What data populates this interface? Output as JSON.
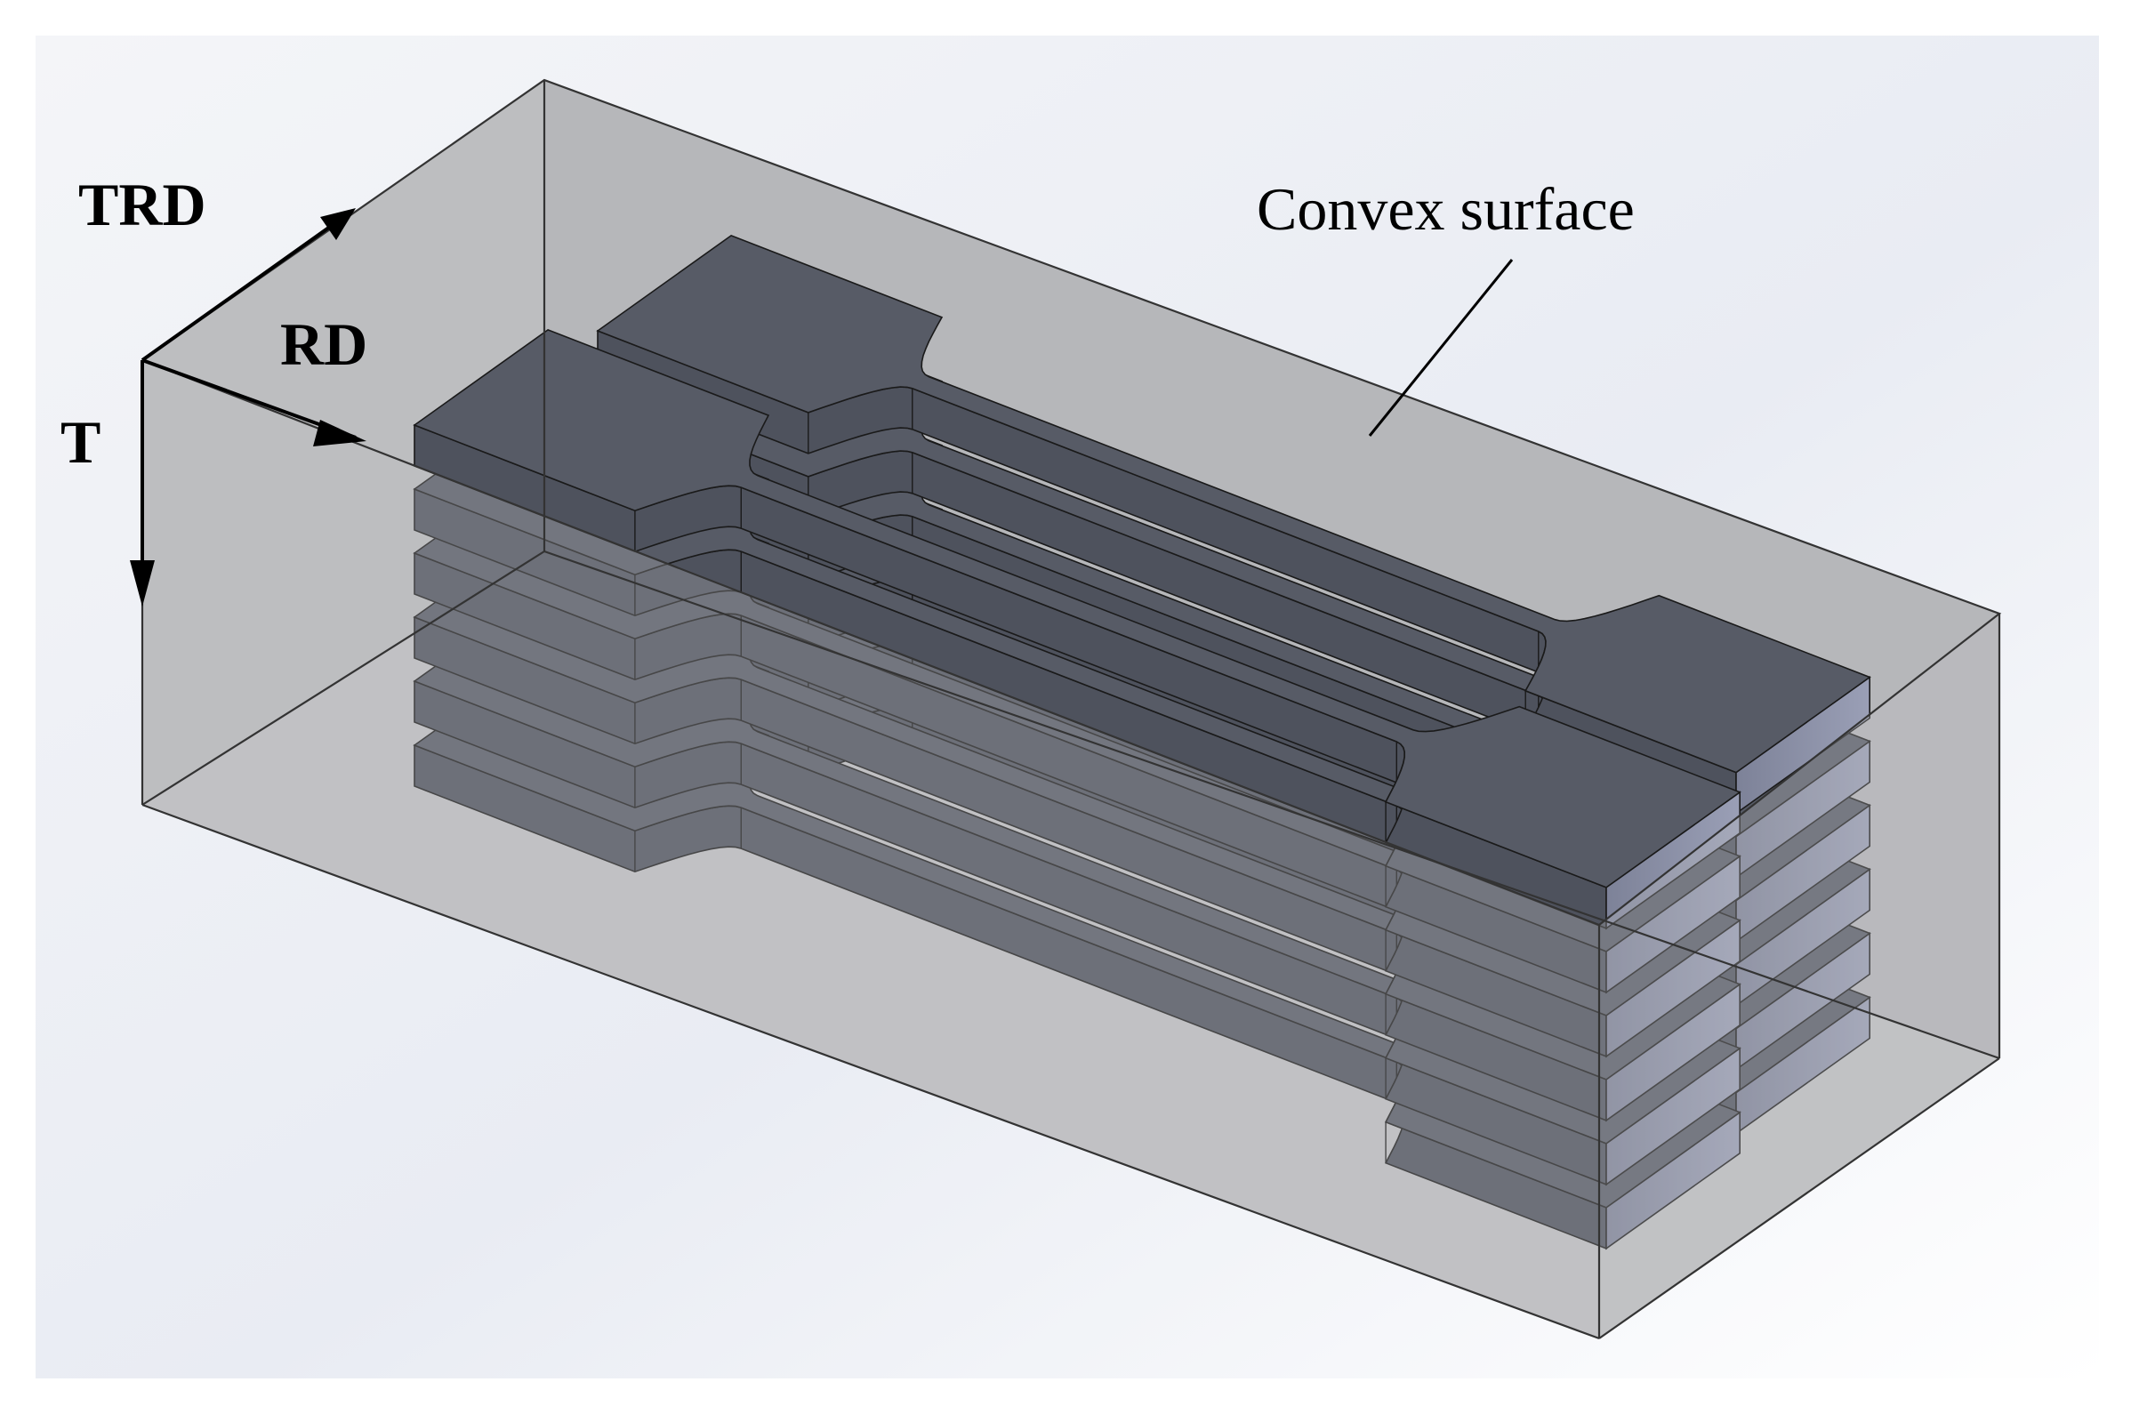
{
  "axes": {
    "trd_label": "TRD",
    "rd_label": "RD",
    "t_label": "T"
  },
  "annotation": {
    "callout_label": "Convex surface"
  },
  "model": {
    "description_items": {
      "front_stack_count": 6,
      "back_stack_count": 6
    }
  },
  "colors": {
    "background_gradient_light": "#ffffff",
    "background_gradient_blue": "#dfe4ee",
    "box_fill": "#b9babc",
    "specimen_top": "#575b66",
    "specimen_side": "#4e525d",
    "specimen_end": "#8a8fa6",
    "edge": "#1a1a1a"
  }
}
